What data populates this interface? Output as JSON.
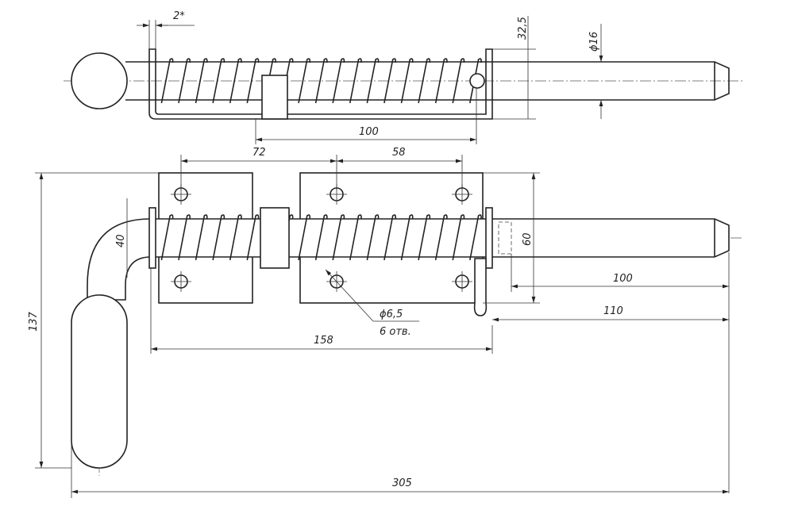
{
  "drawing": {
    "top_view": {
      "dim_gap": "2*",
      "dim_height": "32,5",
      "dim_diameter": "ϕ16",
      "dim_travel": "100"
    },
    "front_view": {
      "dim_hole_spacing_left": "72",
      "dim_hole_spacing_right": "58",
      "dim_bend_radius": "40",
      "dim_plate_height": "60",
      "dim_rod_extension": "100",
      "dim_pin_to_end": "110",
      "dim_total_height": "137",
      "hole_diameter": "ϕ6,5",
      "hole_count": "6 отв.",
      "dim_bracket_length": "158",
      "dim_total_length": "305"
    }
  }
}
